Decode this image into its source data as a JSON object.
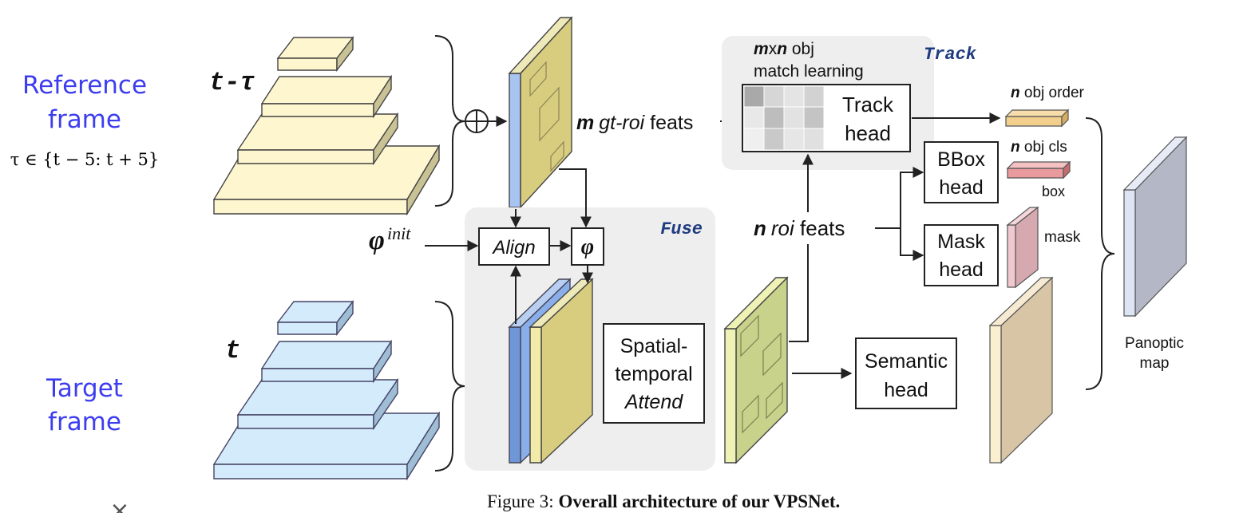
{
  "side": {
    "reference_line1": "Reference",
    "reference_line2": "frame",
    "tau_range": "τ ∈ {t − 5: t + 5}",
    "target_line1": "Target",
    "target_line2": "frame",
    "close_glyph": "×"
  },
  "pyramids": {
    "ref_label": "t-τ",
    "target_label": "t"
  },
  "ops": {
    "oplus_symbol": "⊕"
  },
  "fuse": {
    "title": "Fuse",
    "phi_init_base": "φ",
    "phi_init_sup": "init",
    "align_label": "Align",
    "phi_label": "φ",
    "attend_line1": "Spatial-",
    "attend_line2": "temporal",
    "attend_line3": "Attend"
  },
  "track": {
    "title": "Track",
    "match_line1_m": "m",
    "match_line1_x": "x",
    "match_line1_n": "n",
    "match_line1_rest": " obj",
    "match_line2": "match learning",
    "head_line1": "Track",
    "head_line2": "head"
  },
  "feats": {
    "gt_m": "m",
    "gt_rest_italic": "gt-roi",
    "gt_rest": " feats",
    "roi_n": "n",
    "roi_italic": "roi",
    "roi_rest": " feats"
  },
  "heads": {
    "bbox_line1": "BBox",
    "bbox_line2": "head",
    "mask_line1": "Mask",
    "mask_line2": "head",
    "semantic_line1": "Semantic",
    "semantic_line2": "head"
  },
  "outputs": {
    "order_n": "n",
    "order_rest": " obj order",
    "cls_n": "n",
    "cls_rest": " obj cls",
    "box_label": "box",
    "mask_label": "mask",
    "panoptic_line1": "Panoptic",
    "panoptic_line2": "map"
  },
  "caption": {
    "prefix": "Figure 3: ",
    "bold": "Overall architecture of our VPSNet."
  },
  "colors": {
    "ref_pyramid": "#fdf6cf",
    "target_pyramid": "#d4ebfb",
    "feature_map": "#d8cd7f",
    "fuse_bg": "#eeeeee",
    "side_text": "#3d3df0",
    "track_title": "#1f3b80",
    "blue_map": "#89aeea",
    "order_bar": "#f2cf8c",
    "cls_bar": "#e99a9d",
    "mask_map": "#d6a9b1",
    "panoptic": "#b4b7c6",
    "semantic_map": "#d8c5a5"
  }
}
